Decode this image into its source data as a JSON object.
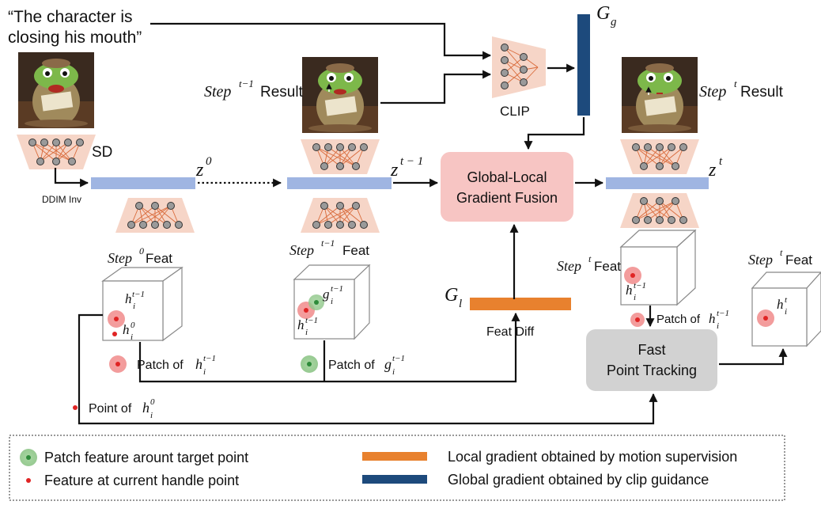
{
  "prompt_text": {
    "line1": "“The character is",
    "line2": "closing his mouth”"
  },
  "labels": {
    "sd": "SD",
    "ddim_inv": "DDIM Inv",
    "clip": "CLIP",
    "g_global": "G",
    "g_global_sub": "g",
    "g_local": "G",
    "g_local_sub": "l",
    "fusion_line1": "Global-Local",
    "fusion_line2": "Gradient Fusion",
    "tracking_line1": "Fast",
    "tracking_line2": "Point Tracking",
    "feat_diff": "Feat Diff",
    "z0": "z",
    "z0_sup": "0",
    "zt1": "z",
    "zt1_sup": "t − 1",
    "zt": "z",
    "zt_sup": "t",
    "step": "Step",
    "sup_t1": "t−1",
    "sup_0": "0",
    "sup_t": "t",
    "result": "Result",
    "feat": "Feat",
    "h": "h",
    "g": "g",
    "sub_i": "i",
    "patch_of": "Patch of",
    "point_of": "Point of"
  },
  "legend": {
    "patch_feature": "Patch feature arount target point",
    "current_handle": "Feature at current handle point",
    "local_gradient": "Local gradient obtained by motion supervision",
    "global_gradient": "Global gradient obtained by clip guidance"
  },
  "colors": {
    "latent_bar": "#9fb5e2",
    "global_bar": "#1d4a7c",
    "local_bar": "#e8812e",
    "fusion_box": "#f7c5c3",
    "tracking_box": "#d2d2d2",
    "network": "#f6d5c7",
    "network_edges": "#d96a3a",
    "handle_point": "#e02424",
    "handle_halo": "#f2a3a3",
    "target_point": "#2e8b3a",
    "target_halo": "#9fcf9a"
  }
}
